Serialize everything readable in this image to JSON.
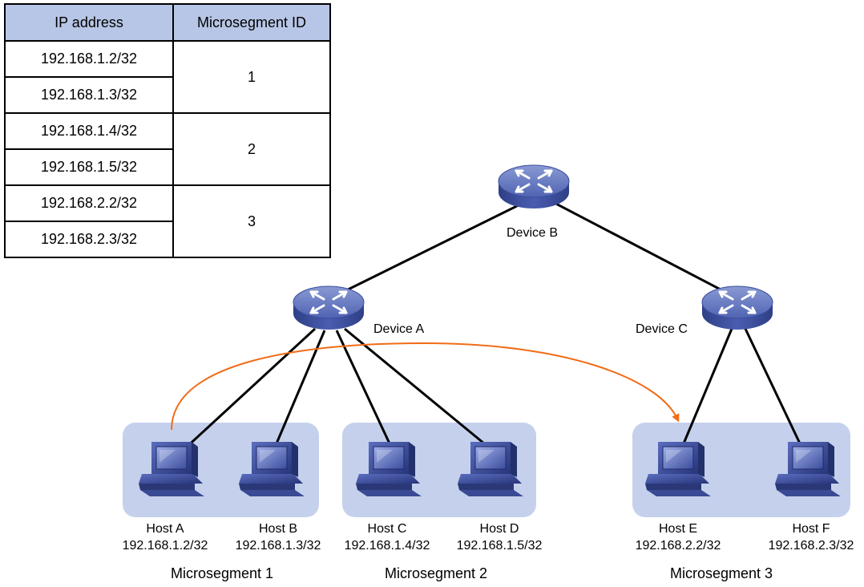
{
  "table": {
    "headers": [
      "IP address",
      "Microsegment ID"
    ],
    "rows": [
      {
        "ip": "192.168.1.2/32",
        "id": "1"
      },
      {
        "ip": "192.168.1.3/32",
        "id": "1"
      },
      {
        "ip": "192.168.1.4/32",
        "id": "2"
      },
      {
        "ip": "192.168.1.5/32",
        "id": "2"
      },
      {
        "ip": "192.168.2.2/32",
        "id": "3"
      },
      {
        "ip": "192.168.2.3/32",
        "id": "3"
      }
    ]
  },
  "devices": {
    "b": "Device B",
    "a": "Device A",
    "c": "Device C"
  },
  "hosts": [
    {
      "name": "Host A",
      "ip": "192.168.1.2/32"
    },
    {
      "name": "Host B",
      "ip": "192.168.1.3/32"
    },
    {
      "name": "Host C",
      "ip": "192.168.1.4/32"
    },
    {
      "name": "Host D",
      "ip": "192.168.1.5/32"
    },
    {
      "name": "Host E",
      "ip": "192.168.2.2/32"
    },
    {
      "name": "Host F",
      "ip": "192.168.2.3/32"
    }
  ],
  "segments": [
    "Microsegment 1",
    "Microsegment 2",
    "Microsegment 3"
  ],
  "colors": {
    "segment_fill": "#c5d1ec",
    "header_fill": "#b7c6e6",
    "device_blue": "#4a5fae",
    "flow_arrow": "#f06c17"
  }
}
